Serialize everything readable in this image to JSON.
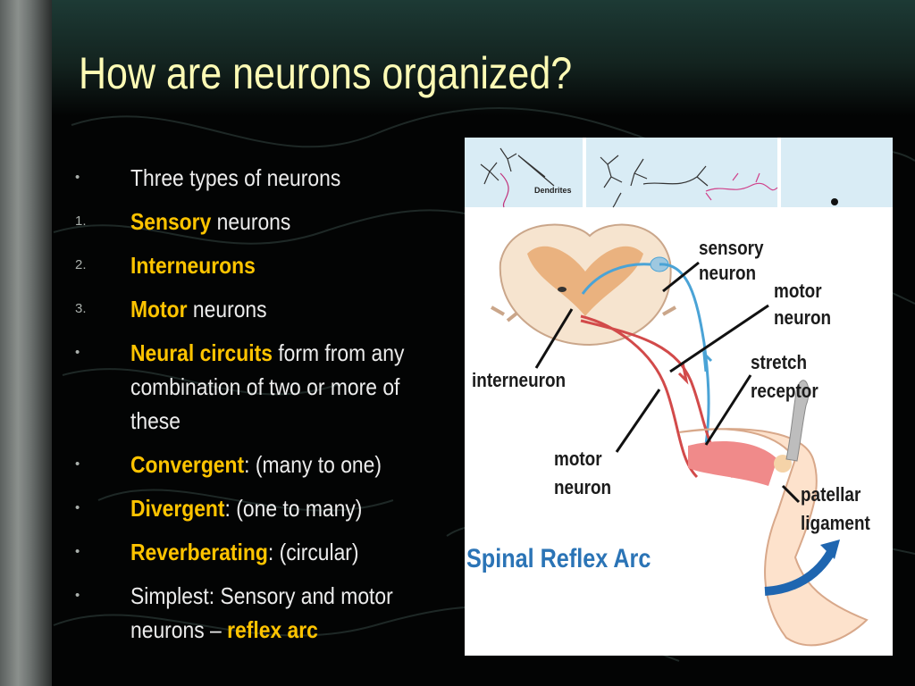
{
  "slide": {
    "title": "How are neurons organized?",
    "colors": {
      "title": "#fdfbb5",
      "highlight": "#ffc400",
      "body_text": "#ececec",
      "background": "#030404"
    }
  },
  "bullets": [
    {
      "marker": "•",
      "parts": [
        {
          "text": "Three types of neurons",
          "highlight": false
        }
      ]
    },
    {
      "marker": "1.",
      "parts": [
        {
          "text": "Sensory",
          "highlight": true
        },
        {
          "text": " neurons",
          "highlight": false
        }
      ]
    },
    {
      "marker": "2.",
      "parts": [
        {
          "text": "Interneurons",
          "highlight": true
        }
      ]
    },
    {
      "marker": "3.",
      "parts": [
        {
          "text": "Motor",
          "highlight": true
        },
        {
          "text": " neurons",
          "highlight": false
        }
      ]
    },
    {
      "marker": "•",
      "parts": [
        {
          "text": "Neural circuits",
          "highlight": true
        },
        {
          "text": " form from any combination of two or more of these",
          "highlight": false
        }
      ]
    },
    {
      "marker": "•",
      "parts": [
        {
          "text": "Convergent",
          "highlight": true
        },
        {
          "text": ": (many to one)",
          "highlight": false
        }
      ]
    },
    {
      "marker": "•",
      "parts": [
        {
          "text": "Divergent",
          "highlight": true
        },
        {
          "text": ": (one to many)",
          "highlight": false
        }
      ]
    },
    {
      "marker": "•",
      "parts": [
        {
          "text": "Reverberating",
          "highlight": true
        },
        {
          "text": ": (circular)",
          "highlight": false
        }
      ]
    },
    {
      "marker": "•",
      "parts": [
        {
          "text": "Simplest: Sensory and motor neurons – ",
          "highlight": false
        },
        {
          "text": "reflex arc",
          "highlight": true
        }
      ]
    }
  ],
  "figure": {
    "strip_label": "Dendrites",
    "labels": {
      "sensory_neuron": [
        "sensory",
        "neuron"
      ],
      "motor_neuron_top": [
        "motor",
        "neuron"
      ],
      "stretch_receptor": [
        "stretch",
        "receptor"
      ],
      "interneuron": "interneuron",
      "motor_neuron_bottom": [
        "motor",
        "neuron"
      ],
      "patellar_ligament": [
        "patellar",
        "ligament"
      ]
    },
    "caption": "Spinal Reflex Arc",
    "colors": {
      "caption": "#2b74b6",
      "sensory_path": "#4aa3d6",
      "motor_path": "#d24a4a",
      "arrow": "#1f66b0",
      "cord": "#f3c7a8"
    }
  }
}
